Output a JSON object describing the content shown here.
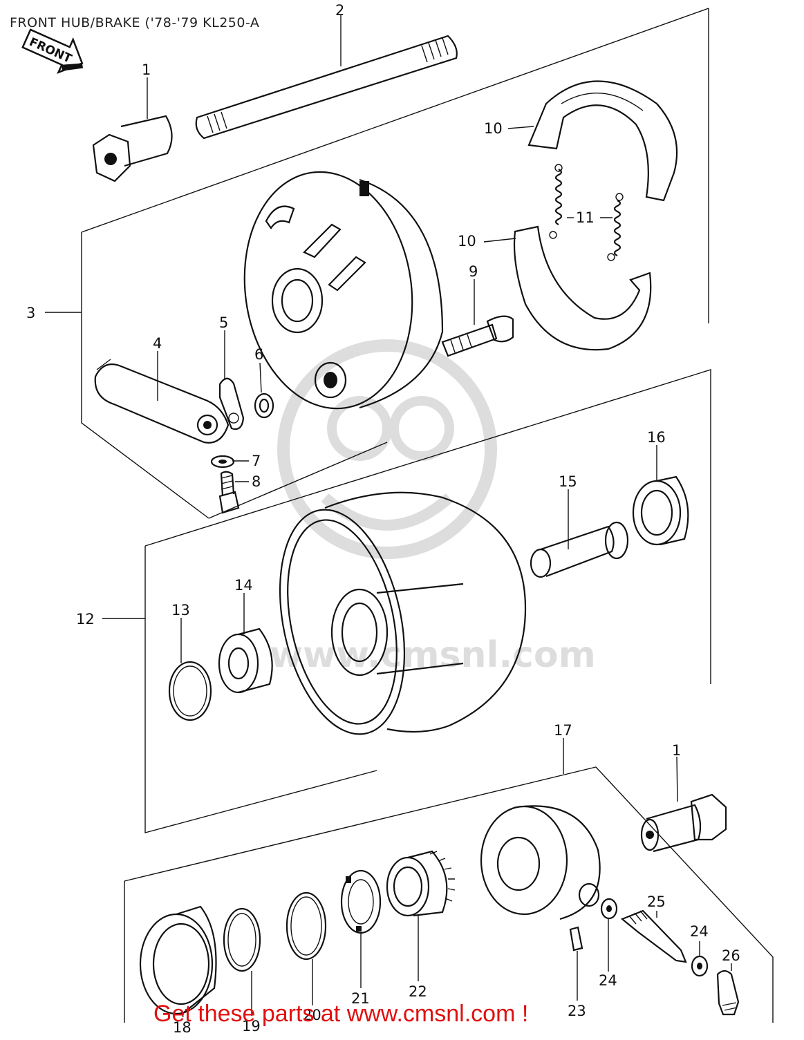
{
  "diagram": {
    "title": "FRONT HUB/BRAKE ('78-'79 KL250-A",
    "front_arrow_label": "FRONT",
    "footer": "Get these parts at www.cmsnl.com !",
    "watermark": "www.cmsnl.com",
    "accent_color": "#e01010",
    "icons": [
      "front-direction-arrow-icon",
      "cms-watermark-logo"
    ]
  },
  "callouts": [
    {
      "id": "c1a",
      "label": "1"
    },
    {
      "id": "c2",
      "label": "2"
    },
    {
      "id": "c3",
      "label": "3"
    },
    {
      "id": "c4",
      "label": "4"
    },
    {
      "id": "c5",
      "label": "5"
    },
    {
      "id": "c6",
      "label": "6"
    },
    {
      "id": "c7",
      "label": "7"
    },
    {
      "id": "c8",
      "label": "8"
    },
    {
      "id": "c9",
      "label": "9"
    },
    {
      "id": "c10a",
      "label": "10"
    },
    {
      "id": "c10b",
      "label": "10"
    },
    {
      "id": "c11",
      "label": "11"
    },
    {
      "id": "c12",
      "label": "12"
    },
    {
      "id": "c13",
      "label": "13"
    },
    {
      "id": "c14",
      "label": "14"
    },
    {
      "id": "c15",
      "label": "15"
    },
    {
      "id": "c16",
      "label": "16"
    },
    {
      "id": "c17",
      "label": "17"
    },
    {
      "id": "c1b",
      "label": "1"
    },
    {
      "id": "c18",
      "label": "18"
    },
    {
      "id": "c19",
      "label": "19"
    },
    {
      "id": "c20",
      "label": "20"
    },
    {
      "id": "c21",
      "label": "21"
    },
    {
      "id": "c22",
      "label": "22"
    },
    {
      "id": "c23",
      "label": "23"
    },
    {
      "id": "c24a",
      "label": "24"
    },
    {
      "id": "c24b",
      "label": "24"
    },
    {
      "id": "c25",
      "label": "25"
    },
    {
      "id": "c26",
      "label": "26"
    }
  ]
}
